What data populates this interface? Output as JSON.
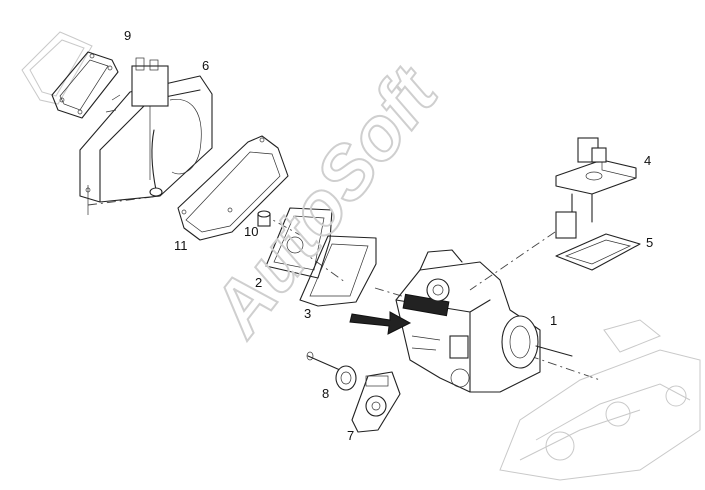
{
  "watermark": "AutoSoft",
  "callouts": {
    "p1": "1",
    "p2": "2",
    "p3": "3",
    "p4": "4",
    "p5": "5",
    "p6": "6",
    "p7": "7",
    "p8": "8",
    "p9": "9",
    "p10": "10",
    "p11": "11"
  }
}
